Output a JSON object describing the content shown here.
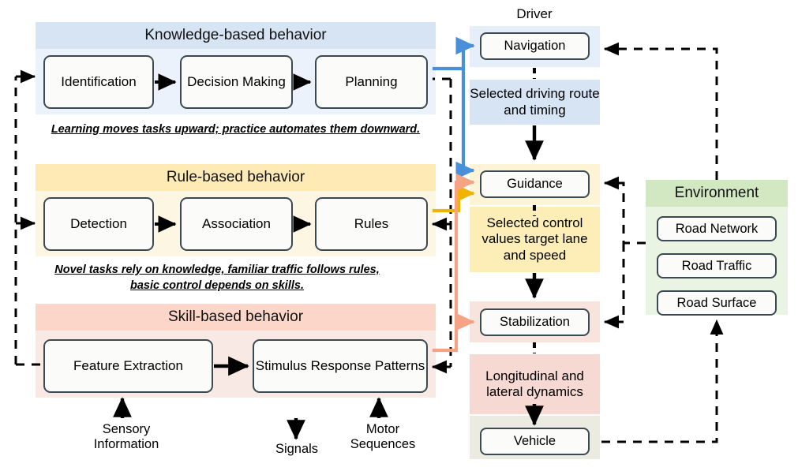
{
  "diagram": {
    "title_driver": "Driver",
    "title_environment": "Environment"
  },
  "colors": {
    "knowledge_header": "#d7e4f4",
    "knowledge_body": "#ecf2fb",
    "rule_header": "#fdeab4",
    "rule_body": "#fdf6e3",
    "skill_header": "#fbd6c9",
    "skill_body": "#f9e9e4",
    "environment_header": "#d2e8c2",
    "environment_body": "#eaf4e2",
    "vehicle_band": "#ecebe1",
    "node_border": "#3b4a52",
    "node_fill": "#fbfbf9",
    "link_blue": "#4a90d9",
    "link_salmon": "#f5a285",
    "link_yellow": "#f0b400",
    "link_black": "#000000"
  },
  "left_column": {
    "levels": [
      {
        "id": "knowledge",
        "header": "Knowledge-based behavior",
        "nodes": [
          "Identification",
          "Decision Making",
          "Planning"
        ],
        "note": "Learning moves tasks upward; practice automates them downward."
      },
      {
        "id": "rule",
        "header": "Rule-based behavior",
        "nodes": [
          "Detection",
          "Association",
          "Rules"
        ],
        "note": "Novel tasks rely on knowledge, familiar traffic follows rules, basic control depends on skills."
      },
      {
        "id": "skill",
        "header": "Skill-based behavior",
        "nodes": [
          "Feature Extraction",
          "Stimulus Response Patterns"
        ],
        "note": ""
      }
    ],
    "captions": [
      {
        "id": "sensory",
        "text": "Sensory Information"
      },
      {
        "id": "signals",
        "text": "Signals"
      },
      {
        "id": "motor",
        "text": "Motor Sequences"
      }
    ]
  },
  "driver_column": {
    "label": "Driver",
    "items": [
      {
        "id": "navigation",
        "kind": "node",
        "label": "Navigation"
      },
      {
        "id": "route",
        "kind": "label",
        "label": "Selected driving route and timing"
      },
      {
        "id": "guidance",
        "kind": "node",
        "label": "Guidance"
      },
      {
        "id": "control",
        "kind": "label",
        "label": "Selected control values target lane and speed"
      },
      {
        "id": "stabilization",
        "kind": "node",
        "label": "Stabilization"
      },
      {
        "id": "dynamics",
        "kind": "label",
        "label": "Longitudinal and lateral dynamics"
      },
      {
        "id": "vehicle",
        "kind": "node",
        "label": "Vehicle"
      }
    ]
  },
  "environment": {
    "header": "Environment",
    "items": [
      "Road Network",
      "Road Traffic",
      "Road Surface"
    ]
  }
}
